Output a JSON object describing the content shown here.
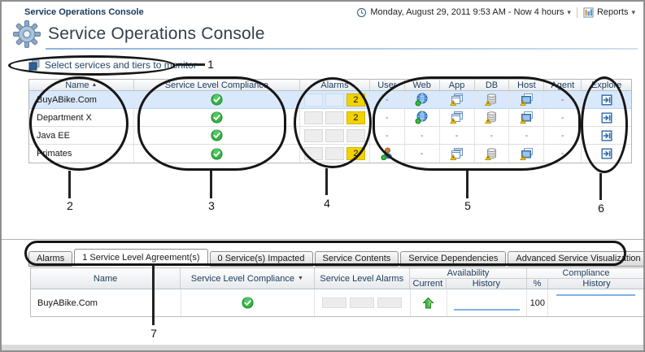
{
  "colors": {
    "selected_row": "#d9e9fb",
    "alarm_yellow": "#f2d202",
    "status_green": "#33b544",
    "warning_yellow": "#ffd21c",
    "sparkline_blue": "#7fb2e5",
    "annotation_black": "#161616"
  },
  "icons": {
    "dropdown": "▾",
    "sort_asc": "▲",
    "sort_desc": "▼"
  },
  "top_bar": {
    "breadcrumb": "Service Operations Console",
    "time_range": "Monday, August 29, 2011 9:53 AM - Now 4 hours",
    "reports_label": "Reports"
  },
  "page_header": {
    "title": "Service Operations Console"
  },
  "monitor_link": {
    "label": "Select services and tiers to monitor"
  },
  "top_table": {
    "columns": [
      "Name",
      "Service Level Compliance",
      "Alarms",
      "User",
      "Web",
      "App",
      "DB",
      "Host",
      "Agent",
      "Explore"
    ],
    "sort": {
      "column": "Name",
      "direction": "asc"
    },
    "rows": [
      {
        "name": "BuyABike.Com",
        "selected": true,
        "compliance": "ok",
        "alarms": [
          "",
          "",
          "2"
        ],
        "user": "-",
        "web": "ok",
        "app": "warn",
        "db": "warn",
        "host": "warn",
        "agent": "-",
        "explore": true
      },
      {
        "name": "Department X",
        "selected": false,
        "compliance": "ok",
        "alarms": [
          "",
          "",
          "2"
        ],
        "user": "-",
        "web": "ok",
        "app": "warn",
        "db": "warn",
        "host": "warn",
        "agent": "-",
        "explore": true
      },
      {
        "name": "Java EE",
        "selected": false,
        "compliance": "ok",
        "alarms": [
          "",
          "",
          ""
        ],
        "user": "-",
        "web": "-",
        "app": "-",
        "db": "-",
        "host": "-",
        "agent": "-",
        "explore": true
      },
      {
        "name": "Primates",
        "selected": false,
        "compliance": "ok",
        "alarms": [
          "",
          "",
          "2"
        ],
        "user": "ok",
        "web": "-",
        "app": "warn",
        "db": "warn",
        "host": "warn",
        "agent": "-",
        "explore": true
      }
    ]
  },
  "annotations": {
    "labels": [
      "1",
      "2",
      "3",
      "4",
      "5",
      "6",
      "7"
    ]
  },
  "tabs": [
    {
      "label": "Alarms",
      "active": false
    },
    {
      "label": "1 Service Level Agreement(s)",
      "active": true
    },
    {
      "label": "0 Service(s) Impacted",
      "active": false
    },
    {
      "label": "Service Contents",
      "active": false
    },
    {
      "label": "Service Dependencies",
      "active": false
    },
    {
      "label": "Advanced Service Visualization",
      "active": false
    }
  ],
  "bottom_table": {
    "columns": {
      "name": "Name",
      "compliance": "Service Level Compliance",
      "alarms": "Service Level Alarms",
      "availability_group": "Availability",
      "current": "Current",
      "availability_history": "History",
      "percent": "%",
      "compliance_group": "Compliance",
      "compliance_history": "History"
    },
    "sort": {
      "column": "Service Level Compliance",
      "direction": "desc"
    },
    "rows": [
      {
        "name": "BuyABike.Com",
        "compliance": "ok",
        "alarms": [
          "",
          "",
          ""
        ],
        "availability_current": "up",
        "percent": "100"
      }
    ]
  }
}
